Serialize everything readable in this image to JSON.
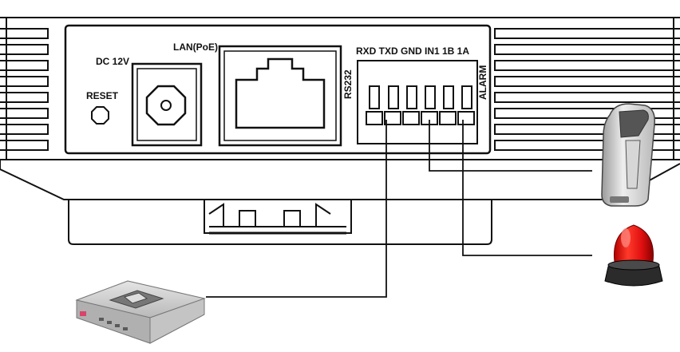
{
  "labels": {
    "dc": "DC 12V",
    "reset": "RESET",
    "lan": "LAN(PoE)",
    "rs232": "RS232",
    "alarm": "ALARM",
    "terminal_pins": "RXD TXD GND IN1 1B 1A"
  },
  "devices": {
    "sensor": "motion-sensor",
    "alarm_light": "alarm-beacon",
    "rs485_device": "rs485-box"
  }
}
